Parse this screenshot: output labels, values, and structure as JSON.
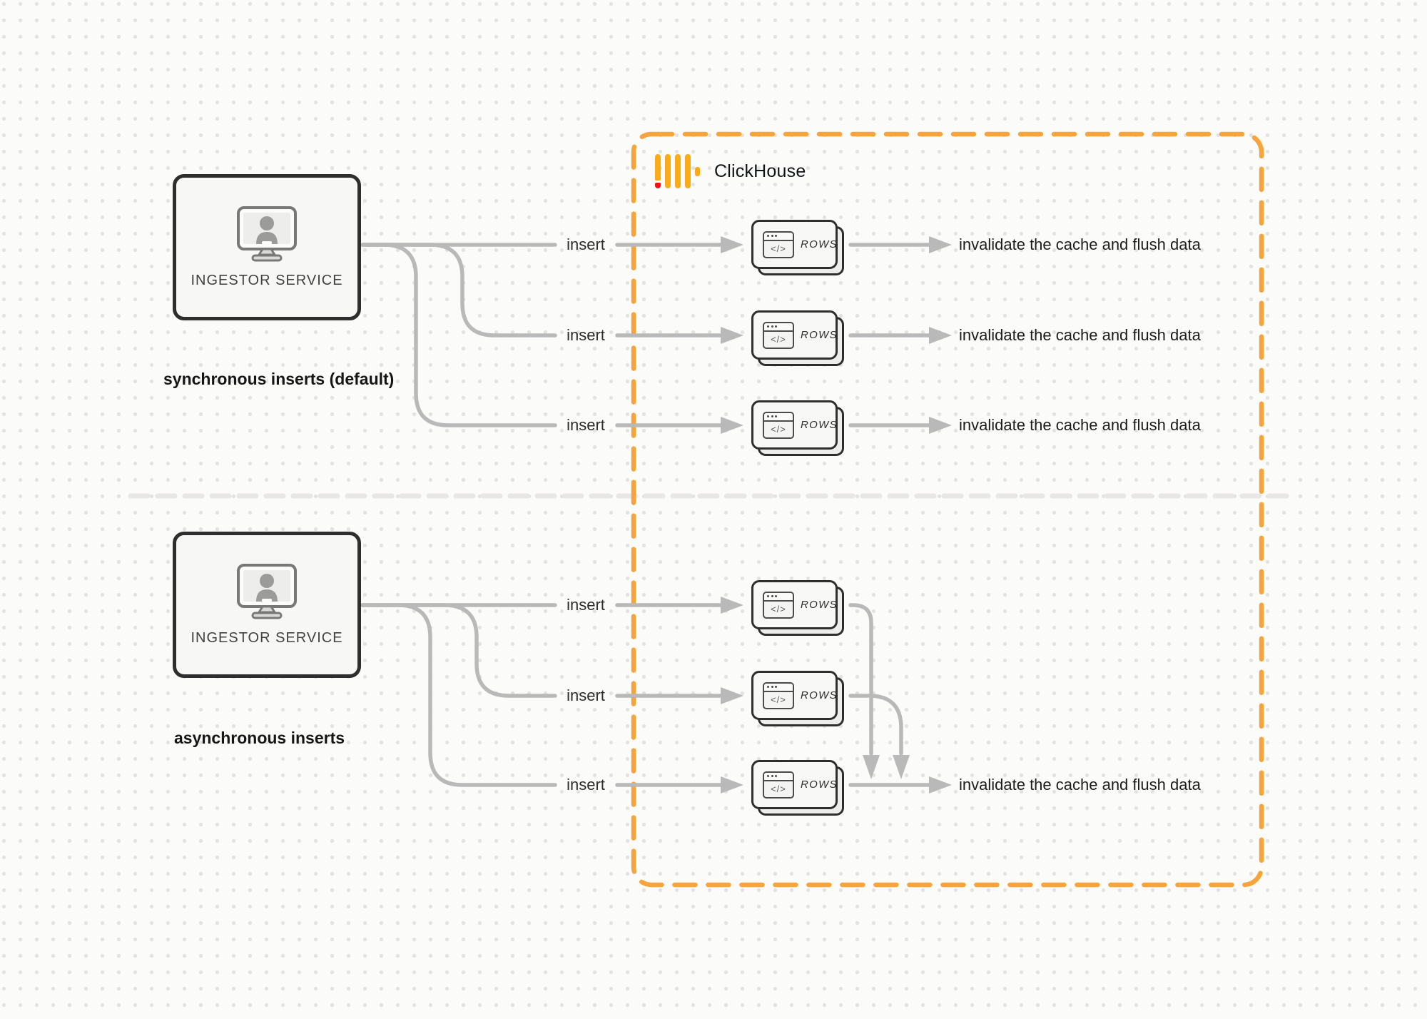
{
  "diagram": {
    "clickhouse": {
      "brand": "ClickHouse"
    },
    "node_glyph": "</>",
    "sync_section": {
      "caption": "synchronous inserts (default)",
      "source": {
        "label": "INGESTOR SERVICE"
      },
      "rows": [
        {
          "insert": "insert",
          "node": "ROWS",
          "result": "invalidate the cache and flush data"
        },
        {
          "insert": "insert",
          "node": "ROWS",
          "result": "invalidate the cache and flush data"
        },
        {
          "insert": "insert",
          "node": "ROWS",
          "result": "invalidate the cache and flush data"
        }
      ]
    },
    "async_section": {
      "caption": "asynchronous inserts",
      "source": {
        "label": "INGESTOR SERVICE"
      },
      "rows": [
        {
          "insert": "insert",
          "node": "ROWS"
        },
        {
          "insert": "insert",
          "node": "ROWS"
        },
        {
          "insert": "insert",
          "node": "ROWS"
        }
      ],
      "result": "invalidate the cache and flush data"
    },
    "icons": {
      "source_icon": "monitor-user-icon",
      "node_icon": "code-window-icon",
      "brand_icon": "clickhouse-bars-icon"
    },
    "colors": {
      "accent_orange": "#F8A43C",
      "logo_yellow": "#FAAC18",
      "logo_red": "#F31212",
      "connector_gray": "#B9B9B9",
      "dark_border": "#2E2E2E",
      "divider_gray": "#E8E7E5",
      "background": "#FBFBF9"
    }
  }
}
